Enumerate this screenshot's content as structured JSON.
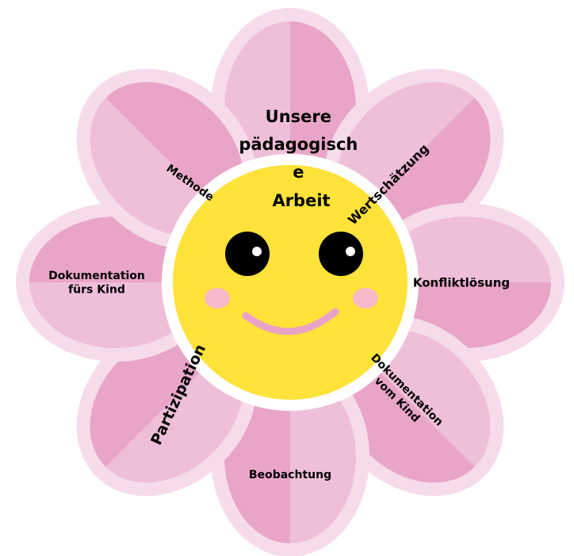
{
  "title_lines": [
    "Unsere",
    "pädagogisch",
    "e",
    "Arbeit"
  ],
  "petals": [
    {
      "lines": [
        "Wertschätzung"
      ]
    },
    {
      "lines": [
        "Konfliktlösung"
      ]
    },
    {
      "lines": [
        "Dokumentation",
        "vom Kind"
      ]
    },
    {
      "lines": [
        "Beobachtung"
      ]
    },
    {
      "lines": [
        "Partizipation"
      ]
    },
    {
      "lines": [
        "Dokumentation",
        "fürs Kind"
      ]
    },
    {
      "lines": [
        "Methode"
      ]
    }
  ],
  "colors": {
    "petal_outer": "#f6dcea",
    "petal_light": "#efbfd9",
    "petal_dark": "#e9a5c8",
    "center_ring": "#ffffff",
    "face": "#ffe23a",
    "eye": "#000000",
    "eye_highlight": "#ffffff",
    "cheek": "#f6b9c8",
    "smile": "#eba2c8"
  }
}
